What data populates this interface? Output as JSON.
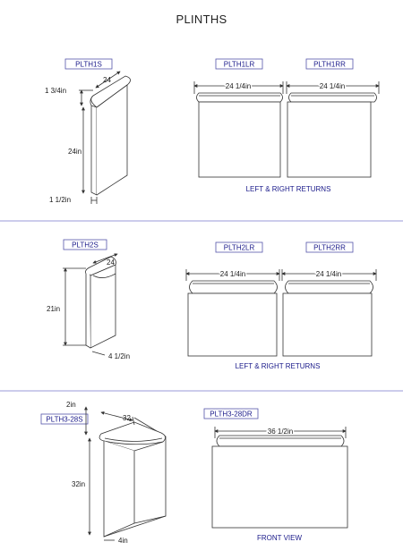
{
  "title": "PLINTHS",
  "rows": [
    {
      "single": {
        "code": "PLTH1S",
        "top_depth": "1 3/4in",
        "depth": "24",
        "height": "24in",
        "bottom": "1 1/2in"
      },
      "pair": {
        "left_code": "PLTH1LR",
        "right_code": "PLTH1RR",
        "left_width": "24 1/4in",
        "right_width": "24 1/4in",
        "caption": "LEFT & RIGHT RETURNS"
      }
    },
    {
      "single": {
        "code": "PLTH2S",
        "depth": "24",
        "height": "21in",
        "bottom": "4 1/2in"
      },
      "pair": {
        "left_code": "PLTH2LR",
        "right_code": "PLTH2RR",
        "left_width": "24 1/4in",
        "right_width": "24 1/4in",
        "caption": "LEFT & RIGHT RETURNS"
      }
    },
    {
      "single": {
        "code": "PLTH3-28S",
        "top_depth": "2in",
        "depth": "32",
        "height": "32in",
        "bottom": "4in"
      },
      "front": {
        "code": "PLTH3-28DR",
        "width": "36 1/2in",
        "caption": "FRONT VIEW"
      }
    }
  ],
  "colors": {
    "divider": "#9a9ad8",
    "code_box": "#5555aa",
    "code_text": "#1a1a8a",
    "line": "#333333"
  }
}
